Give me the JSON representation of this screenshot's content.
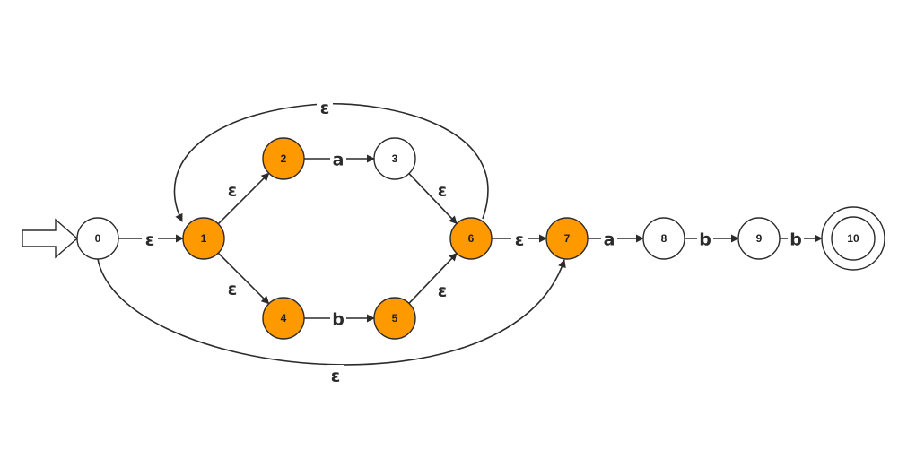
{
  "colors": {
    "highlight": "#FF9900",
    "normal": "#FFFFFF",
    "stroke": "#2B2B2B",
    "text": "#1F1F1F"
  },
  "automaton": {
    "start_state": "0",
    "accepting_states": [
      "10"
    ],
    "states": [
      {
        "id": "0",
        "label": "0",
        "highlighted": false
      },
      {
        "id": "1",
        "label": "1",
        "highlighted": true
      },
      {
        "id": "2",
        "label": "2",
        "highlighted": true
      },
      {
        "id": "3",
        "label": "3",
        "highlighted": false
      },
      {
        "id": "4",
        "label": "4",
        "highlighted": true
      },
      {
        "id": "5",
        "label": "5",
        "highlighted": true
      },
      {
        "id": "6",
        "label": "6",
        "highlighted": true
      },
      {
        "id": "7",
        "label": "7",
        "highlighted": true
      },
      {
        "id": "8",
        "label": "8",
        "highlighted": false
      },
      {
        "id": "9",
        "label": "9",
        "highlighted": false
      },
      {
        "id": "10",
        "label": "10",
        "highlighted": false
      }
    ],
    "transitions": [
      {
        "from": "0",
        "to": "1",
        "label": "ε"
      },
      {
        "from": "1",
        "to": "2",
        "label": "ε"
      },
      {
        "from": "2",
        "to": "3",
        "label": "a"
      },
      {
        "from": "3",
        "to": "6",
        "label": "ε"
      },
      {
        "from": "1",
        "to": "4",
        "label": "ε"
      },
      {
        "from": "4",
        "to": "5",
        "label": "b"
      },
      {
        "from": "5",
        "to": "6",
        "label": "ε"
      },
      {
        "from": "6",
        "to": "1",
        "label": "ε"
      },
      {
        "from": "6",
        "to": "7",
        "label": "ε"
      },
      {
        "from": "0",
        "to": "7",
        "label": "ε"
      },
      {
        "from": "7",
        "to": "8",
        "label": "a"
      },
      {
        "from": "8",
        "to": "9",
        "label": "b"
      },
      {
        "from": "9",
        "to": "10",
        "label": "b"
      }
    ]
  }
}
